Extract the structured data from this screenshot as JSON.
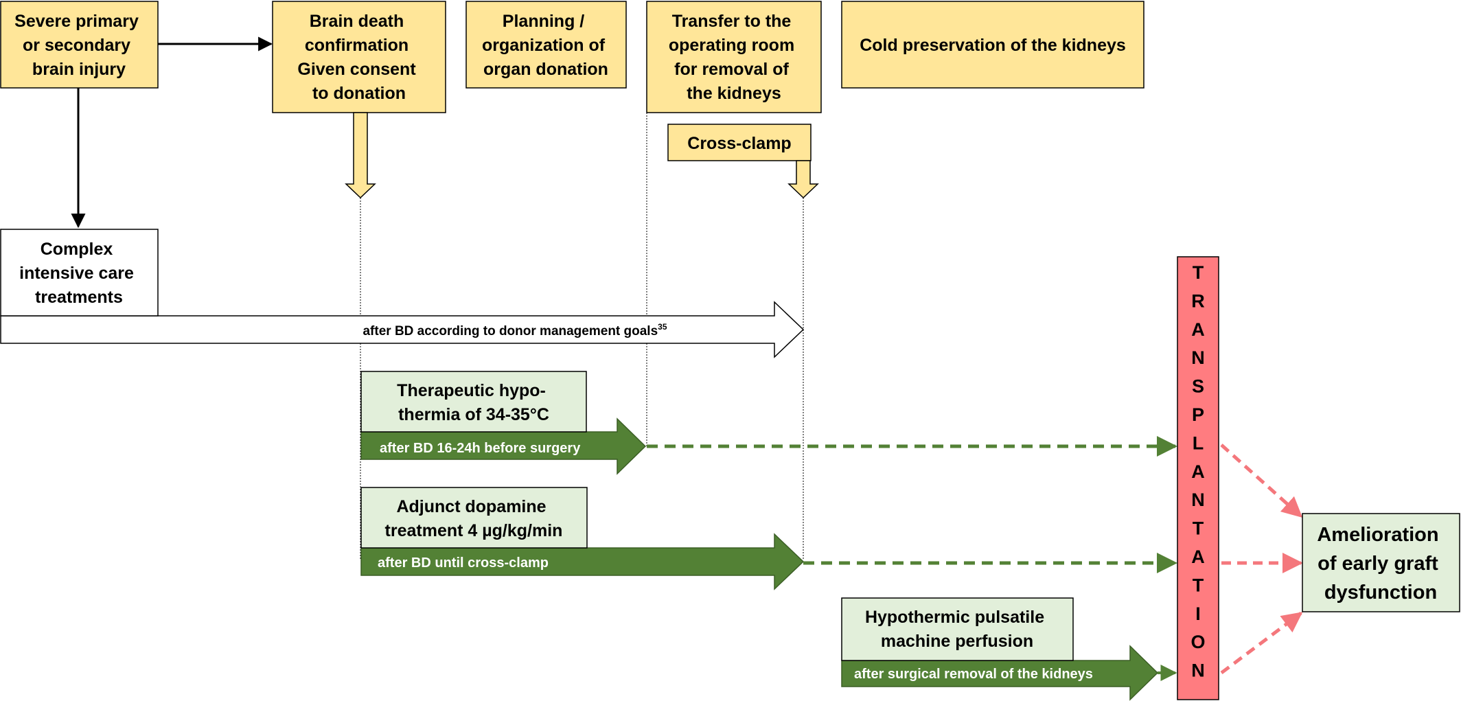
{
  "colors": {
    "yellow_fill": "#FFE699",
    "green_light_fill": "#E2EFDA",
    "green_dark": "#538135",
    "red_fill": "#FF7C80",
    "pink_dash": "#F4777C",
    "line": "#000000"
  },
  "steps": {
    "injury": [
      "Severe primary",
      "or secondary",
      "brain injury"
    ],
    "brain_death": [
      "Brain death",
      "confirmation",
      "Given consent",
      "to donation"
    ],
    "planning": [
      "Planning /",
      "organization of",
      "organ donation"
    ],
    "transfer": [
      "Transfer to the",
      "operating room",
      "for removal of",
      "the kidneys"
    ],
    "cold": "Cold preservation of the kidneys",
    "cross_clamp": "Cross-clamp"
  },
  "icu": {
    "title": [
      "Complex",
      "intensive care",
      "treatments"
    ],
    "arrow_label": "after BD according to donor management goals",
    "arrow_label_sup": "35"
  },
  "interventions": {
    "hypothermia": {
      "title": [
        "Therapeutic hypo-",
        "thermia of 34-35°C"
      ],
      "arrow_label": "after BD 16-24h before surgery"
    },
    "dopamine": {
      "title": [
        "Adjunct dopamine",
        "treatment 4 µg/kg/min"
      ],
      "arrow_label": "after BD until cross-clamp"
    },
    "perfusion": {
      "title": [
        "Hypothermic pulsatile",
        "machine perfusion"
      ],
      "arrow_label": "after surgical removal of the kidneys"
    }
  },
  "transplantation_letters": [
    "T",
    "R",
    "A",
    "N",
    "S",
    "P",
    "L",
    "A",
    "N",
    "T",
    "A",
    "T",
    "I",
    "O",
    "N"
  ],
  "outcome": [
    "Amelioration",
    "of early graft",
    "dysfunction"
  ]
}
